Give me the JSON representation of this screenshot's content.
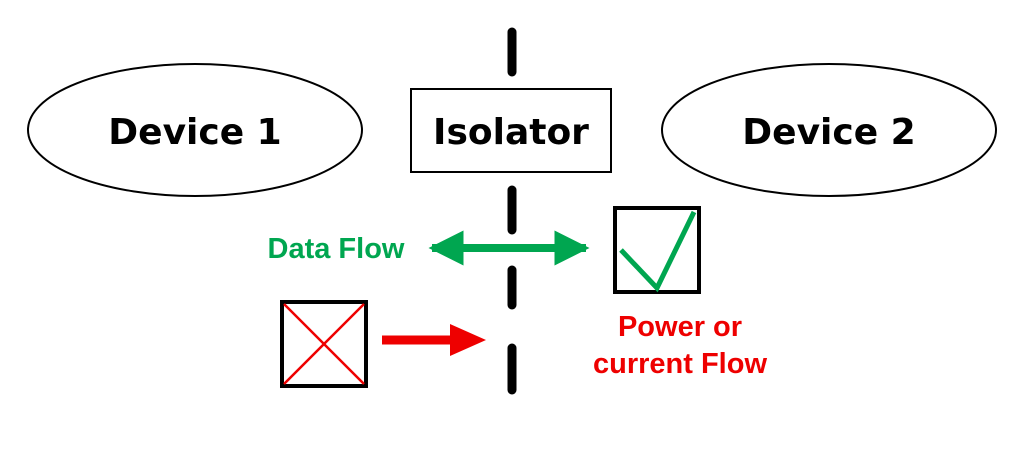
{
  "nodes": {
    "device1": "Device 1",
    "isolator": "Isolator",
    "device2": "Device 2"
  },
  "labels": {
    "data_flow": "Data Flow",
    "power_line1": "Power or",
    "power_line2": "current Flow"
  },
  "colors": {
    "data_flow": "#00a650",
    "power_flow": "#ee0000",
    "stroke": "#000000"
  },
  "icons": {
    "allowed": "check-icon",
    "blocked": "cross-icon"
  }
}
